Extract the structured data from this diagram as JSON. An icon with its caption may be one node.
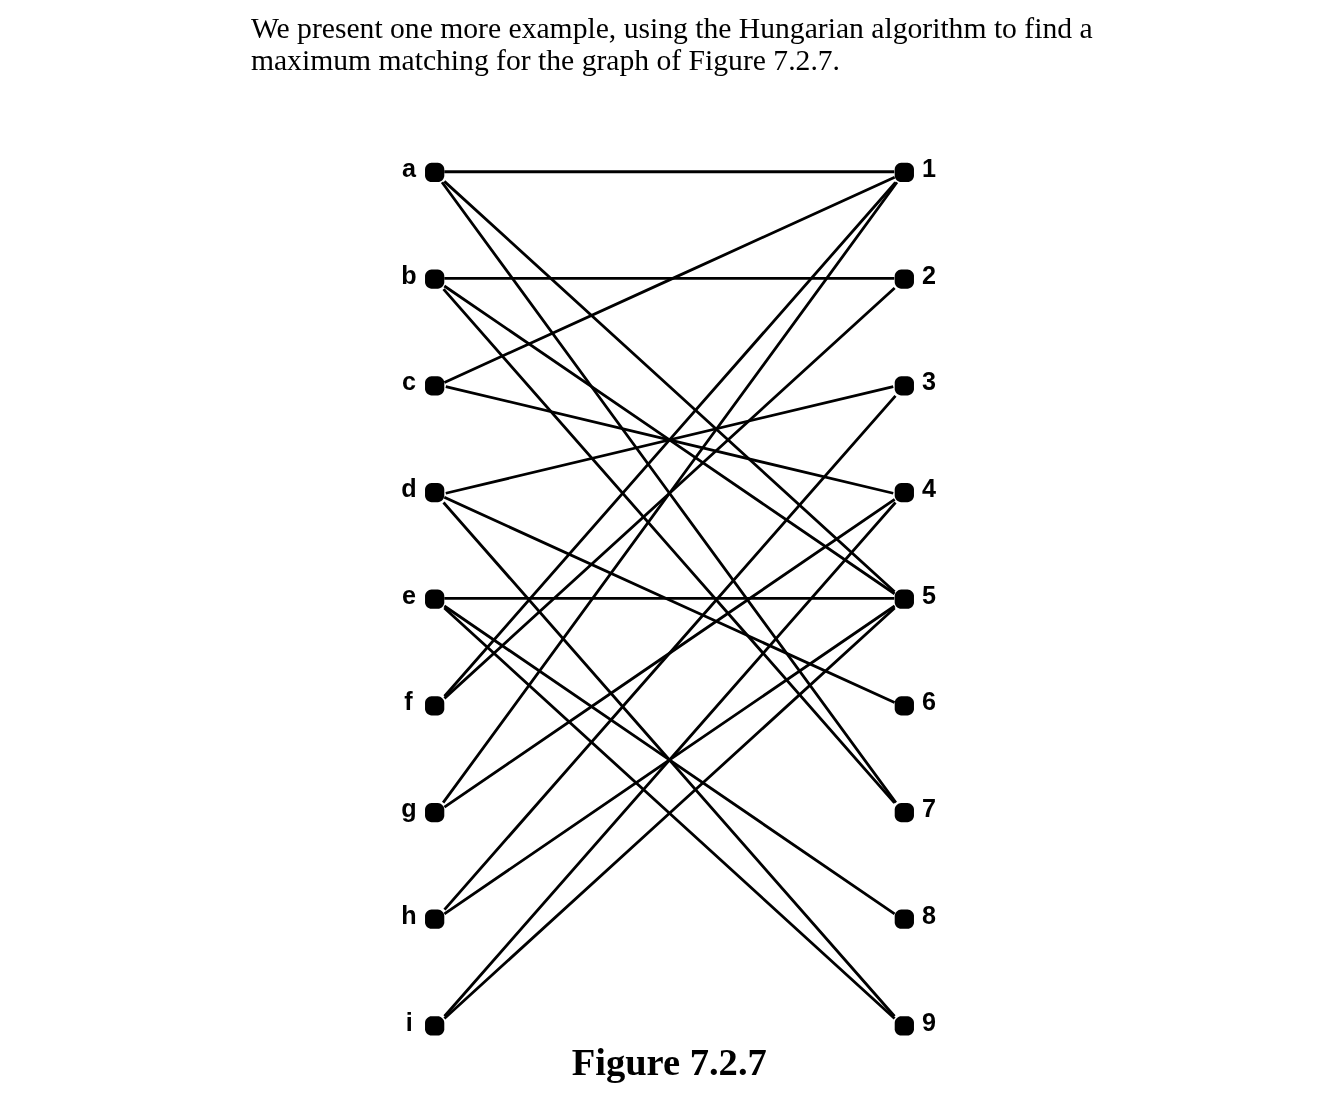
{
  "diagram": {
    "caption": "Figure 7.2.7",
    "nodes": [
      {
        "text": [
          "a"
        ]
      },
      {
        "text": [
          "b"
        ]
      },
      {
        "text": [
          "c"
        ]
      },
      {
        "text": [
          "d"
        ]
      },
      {
        "text": [
          "e"
        ]
      },
      {
        "text": [
          "f"
        ]
      },
      {
        "text": [
          "g"
        ]
      },
      {
        "text": [
          "h"
        ]
      },
      {
        "text": [
          "i"
        ]
      },
      {
        "text": [
          "1"
        ]
      },
      {
        "text": [
          "2"
        ]
      },
      {
        "text": [
          "3"
        ]
      },
      {
        "text": [
          "4"
        ]
      },
      {
        "text": [
          "5"
        ]
      },
      {
        "text": [
          "6"
        ]
      },
      {
        "text": [
          "7"
        ]
      },
      {
        "text": [
          "8"
        ]
      },
      {
        "text": [
          "9"
        ]
      }
    ],
    "edges": [
      {
        "from": 0,
        "to": 9,
        "arrow": "none"
      },
      {
        "from": 0,
        "to": 13,
        "arrow": "none"
      },
      {
        "from": 0,
        "to": 15,
        "arrow": "none"
      },
      {
        "from": 1,
        "to": 10,
        "arrow": "none"
      },
      {
        "from": 1,
        "to": 13,
        "arrow": "none"
      },
      {
        "from": 1,
        "to": 15,
        "arrow": "none"
      },
      {
        "from": 2,
        "to": 9,
        "arrow": "none"
      },
      {
        "from": 2,
        "to": 12,
        "arrow": "none"
      },
      {
        "from": 3,
        "to": 11,
        "arrow": "none"
      },
      {
        "from": 3,
        "to": 14,
        "arrow": "none"
      },
      {
        "from": 3,
        "to": 17,
        "arrow": "none"
      },
      {
        "from": 4,
        "to": 13,
        "arrow": "none"
      },
      {
        "from": 4,
        "to": 16,
        "arrow": "none"
      },
      {
        "from": 4,
        "to": 17,
        "arrow": "none"
      },
      {
        "from": 5,
        "to": 9,
        "arrow": "none"
      },
      {
        "from": 5,
        "to": 10,
        "arrow": "none"
      },
      {
        "from": 6,
        "to": 9,
        "arrow": "none"
      },
      {
        "from": 6,
        "to": 12,
        "arrow": "none"
      },
      {
        "from": 7,
        "to": 11,
        "arrow": "none"
      },
      {
        "from": 7,
        "to": 13,
        "arrow": "none"
      },
      {
        "from": 8,
        "to": 12,
        "arrow": "none"
      },
      {
        "from": 8,
        "to": 13,
        "arrow": "none"
      }
    ],
    "labels": [
      "We present one more example, using the Hungarian algorithm to find a maximum matching for the graph of Figure 7.2.7."
    ]
  }
}
